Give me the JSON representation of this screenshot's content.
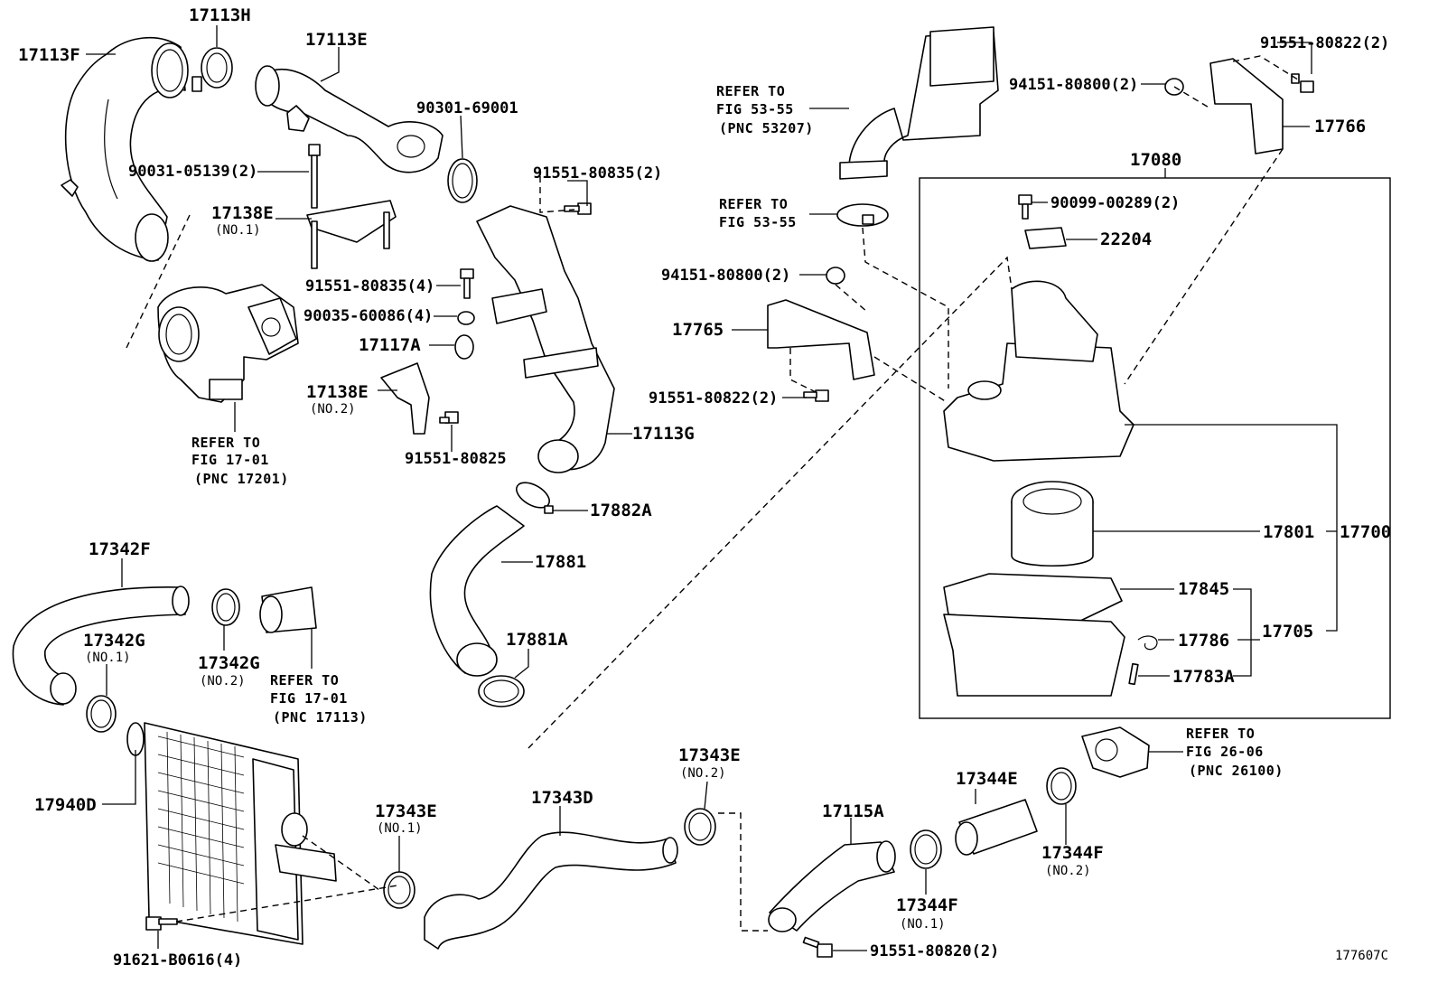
{
  "labels": {
    "p17113H": "17113H",
    "p17113F": "17113F",
    "p17113E": "17113E",
    "p90301": "90301-69001",
    "p90031": "90031-05139(2)",
    "p17138E_1": "17138E",
    "p17138E_1_sub": "(NO.1)",
    "p91551_80835_4": "91551-80835(4)",
    "p90035": "90035-60086(4)",
    "p17117A": "17117A",
    "p17138E_2": "17138E",
    "p17138E_2_sub": "(NO.2)",
    "p91551_80825": "91551-80825",
    "p91551_80835_2": "91551-80835(2)",
    "p17113G": "17113G",
    "p17882A": "17882A",
    "p17881": "17881",
    "p17881A": "17881A",
    "p17342F": "17342F",
    "p17342G_1": "17342G",
    "p17342G_1_sub": "(NO.1)",
    "p17342G_2": "17342G",
    "p17342G_2_sub": "(NO.2)",
    "p17940D": "17940D",
    "p91621": "91621-B0616(4)",
    "p17343E_1": "17343E",
    "p17343E_1_sub": "(NO.1)",
    "p17343D": "17343D",
    "p17343E_2": "17343E",
    "p17343E_2_sub": "(NO.2)",
    "p17115A": "17115A",
    "p17344E": "17344E",
    "p17344F_1": "17344F",
    "p17344F_1_sub": "(NO.1)",
    "p17344F_2": "17344F",
    "p17344F_2_sub": "(NO.2)",
    "p91551_80820": "91551-80820(2)",
    "p91551_80822_top": "91551-80822(2)",
    "p94151_top": "94151-80800(2)",
    "p17766": "17766",
    "p17080": "17080",
    "p90099": "90099-00289(2)",
    "p22204": "22204",
    "p94151_mid": "94151-80800(2)",
    "p17765": "17765",
    "p91551_80822_mid": "91551-80822(2)",
    "p17801": "17801",
    "p17700": "17700",
    "p17845": "17845",
    "p17705": "17705",
    "p17786": "17786",
    "p17783A": "17783A",
    "fig_id": "177607C"
  },
  "refs": {
    "r1": [
      "REFER TO",
      "FIG 17-01",
      "(PNC 17201)"
    ],
    "r2": [
      "REFER TO",
      "FIG 17-01",
      "(PNC 17113)"
    ],
    "r3": [
      "REFER TO",
      "FIG 53-55",
      "(PNC 53207)"
    ],
    "r4": [
      "REFER TO",
      "FIG 53-55"
    ],
    "r5": [
      "REFER TO",
      "FIG 26-06",
      "(PNC 26100)"
    ]
  }
}
